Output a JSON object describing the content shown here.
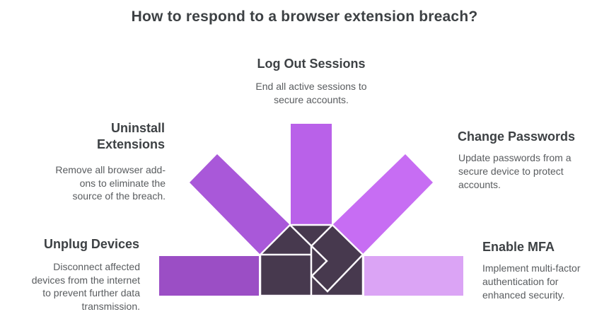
{
  "title": "How to respond to a browser extension breach?",
  "steps": [
    {
      "id": "log-out-sessions",
      "heading": "Log Out Sessions",
      "body": "End all active sessions to\nsecure accounts."
    },
    {
      "id": "uninstall-extensions",
      "heading": "Uninstall\nExtensions",
      "body": "Remove all browser add-\nons to eliminate the\nsource of the breach."
    },
    {
      "id": "change-passwords",
      "heading": "Change Passwords",
      "body": "Update passwords from a\nsecure device to protect\naccounts."
    },
    {
      "id": "unplug-devices",
      "heading": "Unplug Devices",
      "body": "Disconnect affected\ndevices from the internet\nto prevent further data\ntransmission."
    },
    {
      "id": "enable-mfa",
      "heading": "Enable MFA",
      "body": "Implement multi-factor\nauthentication for\nenhanced security."
    }
  ],
  "graphic": {
    "center_color": "#47394e",
    "outline_color": "#fdfafe",
    "arms": [
      {
        "name": "unplug-devices-arm",
        "color": "#9b4ec5"
      },
      {
        "name": "uninstall-extensions-arm",
        "color": "#a958d9"
      },
      {
        "name": "log-out-sessions-arm",
        "color": "#b961e9"
      },
      {
        "name": "change-passwords-arm",
        "color": "#c76df3"
      },
      {
        "name": "enable-mfa-arm",
        "color": "#dba4f5"
      }
    ],
    "text_colors": {
      "heading": "#3d4144",
      "body": "#595c5f"
    }
  }
}
